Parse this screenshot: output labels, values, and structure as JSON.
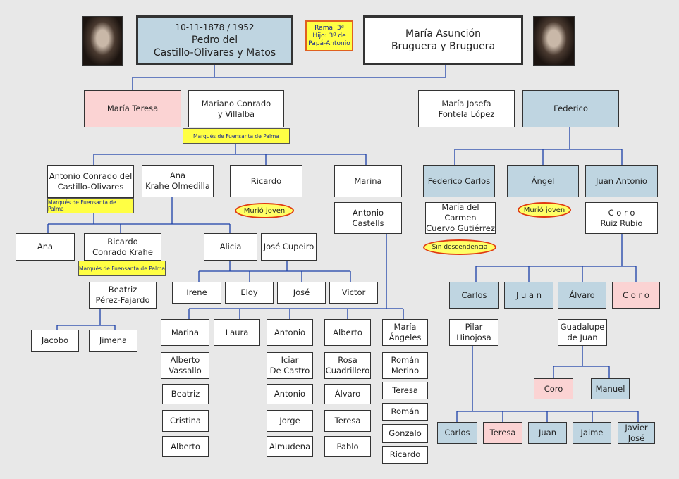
{
  "colors": {
    "line": "#1a3fa8",
    "blue": "#bfd5e1",
    "pink": "#fbd3d3",
    "note": "#ffff44"
  },
  "root": {
    "dates": "10-11-1878  / 1952",
    "name": "Pedro del\nCastillo-Olivares y Matos",
    "spouse": "María Asunción\nBruguera y Bruguera",
    "note": "Rama:  3ª\nHijo:  3º de\nPapá-Antonio"
  },
  "title_marques": "Marqués de Fuensanta de Palma",
  "murio": "Murió joven",
  "sin_desc": "Sin descendencia",
  "p": {
    "maria_teresa": "María Teresa",
    "mariano": "Mariano  Conrado\ny Villalba",
    "maria_josefa": "María Josefa\nFontela López",
    "federico": "Federico",
    "antonio_conrado": "Antonio Conrado del\nCastillo-Olivares",
    "ana_krahe": "Ana\nKrahe Olmedilla",
    "ricardo": "Ricardo",
    "marina": "Marina",
    "antonio_castells": "Antonio\nCastells",
    "federico_carlos": "Federico  Carlos",
    "angel": "Ángel",
    "juan_antonio": "Juan Antonio",
    "maria_carmen": "María del Carmen\nCuervo Gutiérrez",
    "coro_ruiz": "C o r o\nRuiz Rubio",
    "ana": "Ana",
    "ricardo_ck": "Ricardo\nConrado  Krahe",
    "alicia": "Alicia",
    "jose_cupeiro": "José Cupeiro",
    "beatriz_pf": "Beatriz\nPérez-Fajardo",
    "jacobo": "Jacobo",
    "jimena": "Jimena",
    "irene": "Irene",
    "eloy": "Eloy",
    "jose": "José",
    "victor": "Victor",
    "c_marina": "Marina",
    "c_laura": "Laura",
    "c_antonio": "Antonio",
    "c_alberto": "Alberto",
    "c_maria_angeles": "María\nÁngeles",
    "alberto_vassallo": "Alberto\nVassallo",
    "beatriz": "Beatriz",
    "cristina": "Cristina",
    "alberto2": "Alberto",
    "iciar": "Iciar\nDe Castro",
    "antonio2": "Antonio",
    "jorge": "Jorge",
    "almudena": "Almudena",
    "rosa": "Rosa\nCuadrillero",
    "alvaro": "Álvaro",
    "teresa": "Teresa",
    "pablo": "Pablo",
    "roman_merino": "Román\nMerino",
    "teresa2": "Teresa",
    "roman": "Román",
    "gonzalo": "Gonzalo",
    "ricardo2": "Ricardo",
    "carlos": "Carlos",
    "juan": "J u a n",
    "alvaro2": "Álvaro",
    "coro": "C o r o",
    "pilar": "Pilar\nHinojosa",
    "guadalupe": "Guadalupe\nde Juan",
    "coro2": "Coro",
    "manuel": "Manuel",
    "carlos2": "Carlos",
    "teresa3": "Teresa",
    "juan2": "Juan",
    "jaime": "Jaime",
    "javier": "Javier\nJosé"
  }
}
